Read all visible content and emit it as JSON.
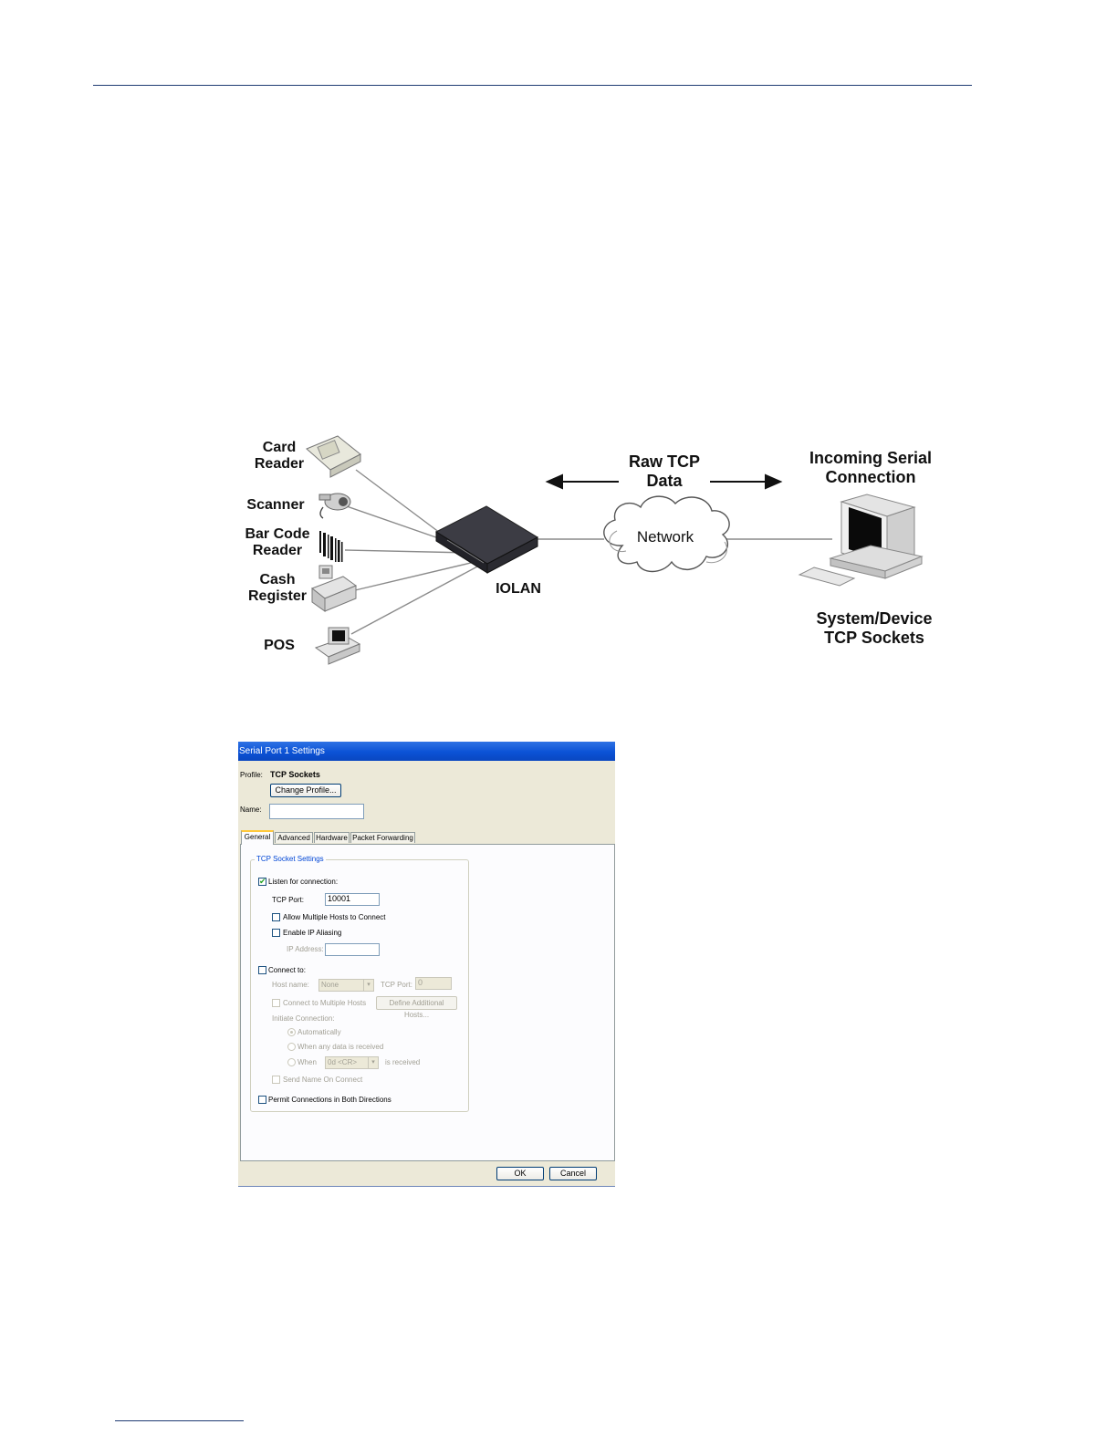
{
  "diagram": {
    "device_labels": {
      "card_reader": "Card\nReader",
      "scanner": "Scanner",
      "bar_code_reader": "Bar Code\nReader",
      "cash_register": "Cash\nRegister",
      "pos": "POS"
    },
    "hub_label": "IOLAN",
    "flow_label": "Raw TCP\nData",
    "network_label": "Network",
    "incoming_label": "Incoming Serial\nConnection",
    "system_label": "System/Device\nTCP Sockets"
  },
  "dialog": {
    "title": "Serial Port 1 Settings",
    "profile_label": "Profile:",
    "profile_value": "TCP Sockets",
    "change_profile_button": "Change Profile...",
    "name_label": "Name:",
    "name_value": "",
    "tabs": [
      "General",
      "Advanced",
      "Hardware",
      "Packet Forwarding"
    ],
    "active_tab": "General",
    "group_title": "TCP Socket Settings",
    "listen_for_connection": {
      "label": "Listen for connection:",
      "checked": true
    },
    "tcp_port_label": "TCP Port:",
    "tcp_port_value": "10001",
    "allow_multiple_hosts": {
      "label": "Allow Multiple Hosts to Connect",
      "checked": false
    },
    "enable_ip_aliasing": {
      "label": "Enable IP Aliasing",
      "checked": false
    },
    "ip_address_label": "IP Address:",
    "ip_address_value": "",
    "connect_to": {
      "label": "Connect to:",
      "checked": false
    },
    "host_name_label": "Host name:",
    "host_name_value": "None",
    "connect_tcp_port_label": "TCP Port:",
    "connect_tcp_port_value": "0",
    "connect_multiple_hosts": {
      "label": "Connect to Multiple Hosts",
      "checked": false
    },
    "define_hosts_button": "Define Additional Hosts...",
    "initiate_connection_label": "Initiate Connection:",
    "radio_automatically": "Automatically",
    "radio_any_data": "When any data is received",
    "radio_when": "When",
    "when_value": "0d <CR>",
    "is_received": "is received",
    "send_name_on_connect": {
      "label": "Send Name On Connect",
      "checked": false
    },
    "permit_both_directions": {
      "label": "Permit Connections in Both Directions",
      "checked": false
    },
    "ok_button": "OK",
    "cancel_button": "Cancel"
  }
}
